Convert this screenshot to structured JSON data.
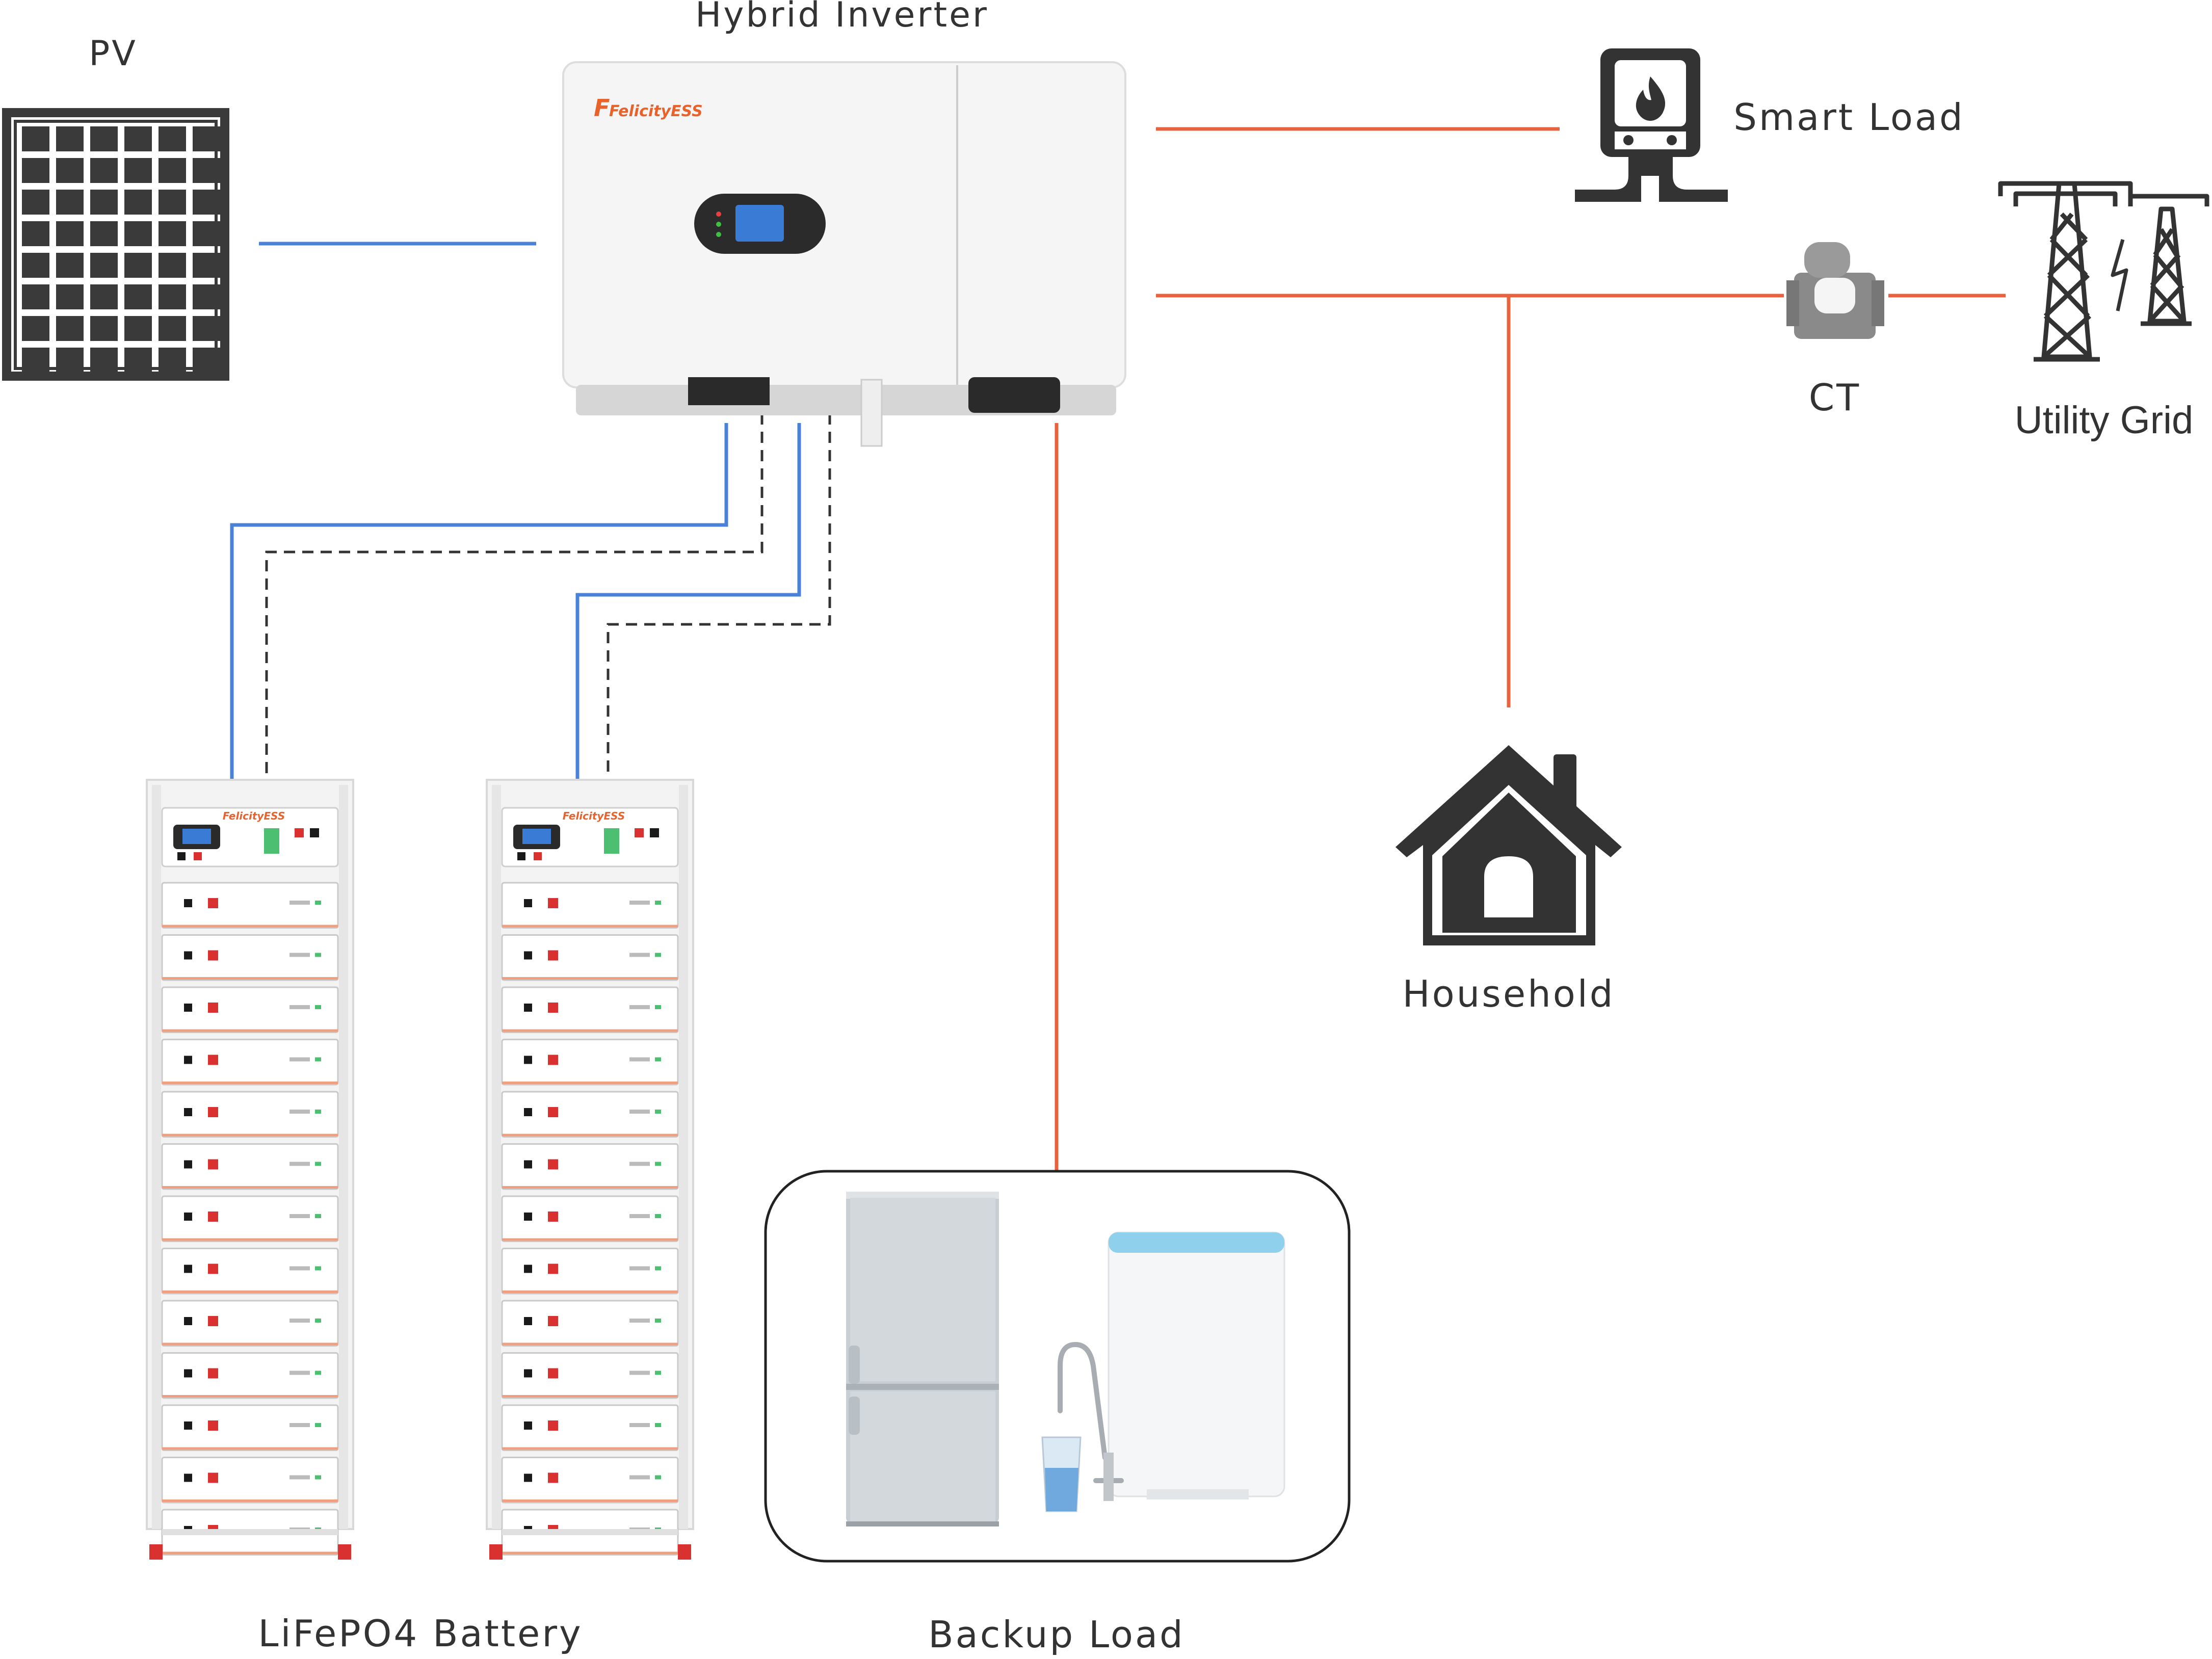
{
  "labels": {
    "pv": "PV",
    "inverter": "Hybrid  Inverter",
    "smart_load": "Smart Load",
    "ct": "CT",
    "utility_grid": "Utility Grid",
    "household": "Household",
    "battery": "LiFePO4 Battery",
    "backup_load": "Backup Load"
  },
  "branding": {
    "inverter_logo": "FelicityESS",
    "battery_logo": "FelicityESS"
  },
  "battery_stacks": [
    {
      "modules": 13
    },
    {
      "modules": 13
    }
  ],
  "colors": {
    "dc_line": "#4a82d8",
    "ac_line": "#e8623e",
    "comm_line": "#333333",
    "icon_dark": "#333333",
    "brand": "#e8632c"
  }
}
